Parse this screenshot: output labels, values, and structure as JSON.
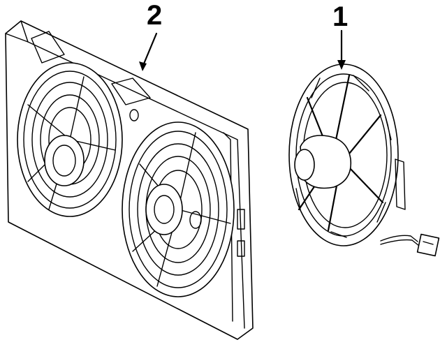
{
  "callouts": [
    {
      "label": "2",
      "part": "fan-shroud-assembly"
    },
    {
      "label": "1",
      "part": "fan-motor-assembly"
    }
  ]
}
